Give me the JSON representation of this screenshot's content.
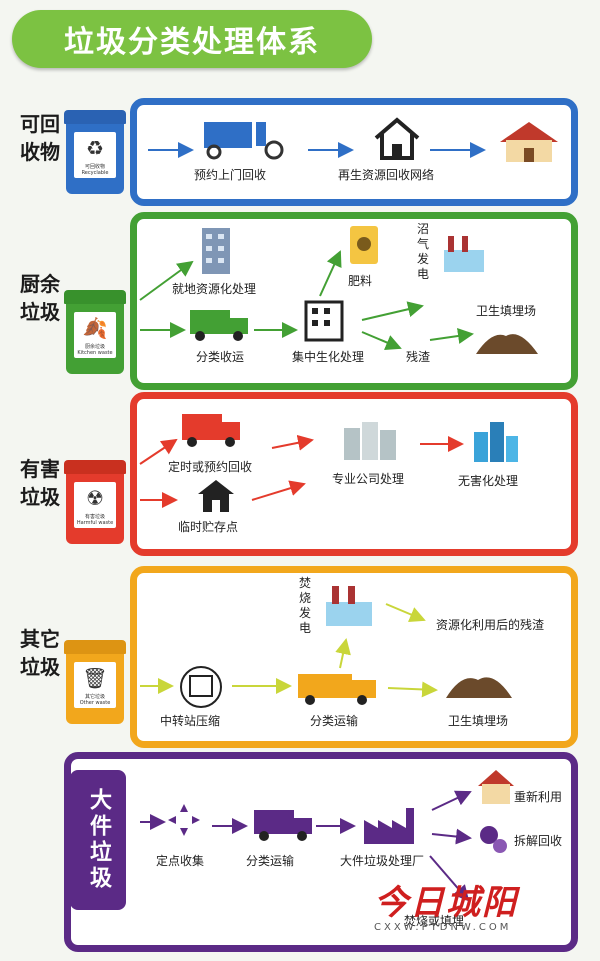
{
  "title": "垃圾分类处理体系",
  "categories": [
    {
      "name": "可回收物",
      "color": "#2f6fc6",
      "bin_label": "可回收物",
      "bin_sub": "Recyclable",
      "steps": [
        "预约上门回收",
        "再生资源回收网络"
      ]
    },
    {
      "name": "厨余垃圾",
      "color": "#43a034",
      "bin_label": "厨余垃圾",
      "bin_sub": "Kitchen waste",
      "steps": [
        "就地资源化处理",
        "分类收运",
        "集中生化处理",
        "肥料",
        "沼气发电",
        "残渣",
        "卫生填埋场"
      ]
    },
    {
      "name": "有害垃圾",
      "color": "#e43b2c",
      "bin_label": "有害垃圾",
      "bin_sub": "Harmful waste",
      "steps": [
        "定时或预约回收",
        "临时贮存点",
        "专业公司处理",
        "无害化处理"
      ]
    },
    {
      "name": "其它垃圾",
      "color": "#f2a71c",
      "bin_label": "其它垃圾",
      "bin_sub": "Other waste",
      "steps": [
        "焚烧发电",
        "资源化利用后的残渣",
        "中转站压缩",
        "分类运输",
        "卫生填埋场"
      ]
    },
    {
      "name": "大件垃圾",
      "color": "#5b2a86",
      "steps": [
        "定点收集",
        "分类运输",
        "大件垃圾处理厂",
        "重新利用",
        "拆解回收",
        "焚烧或填埋"
      ]
    }
  ],
  "watermark": {
    "text": "今日城阳",
    "url": "CXXW.PTDNW.COM"
  }
}
